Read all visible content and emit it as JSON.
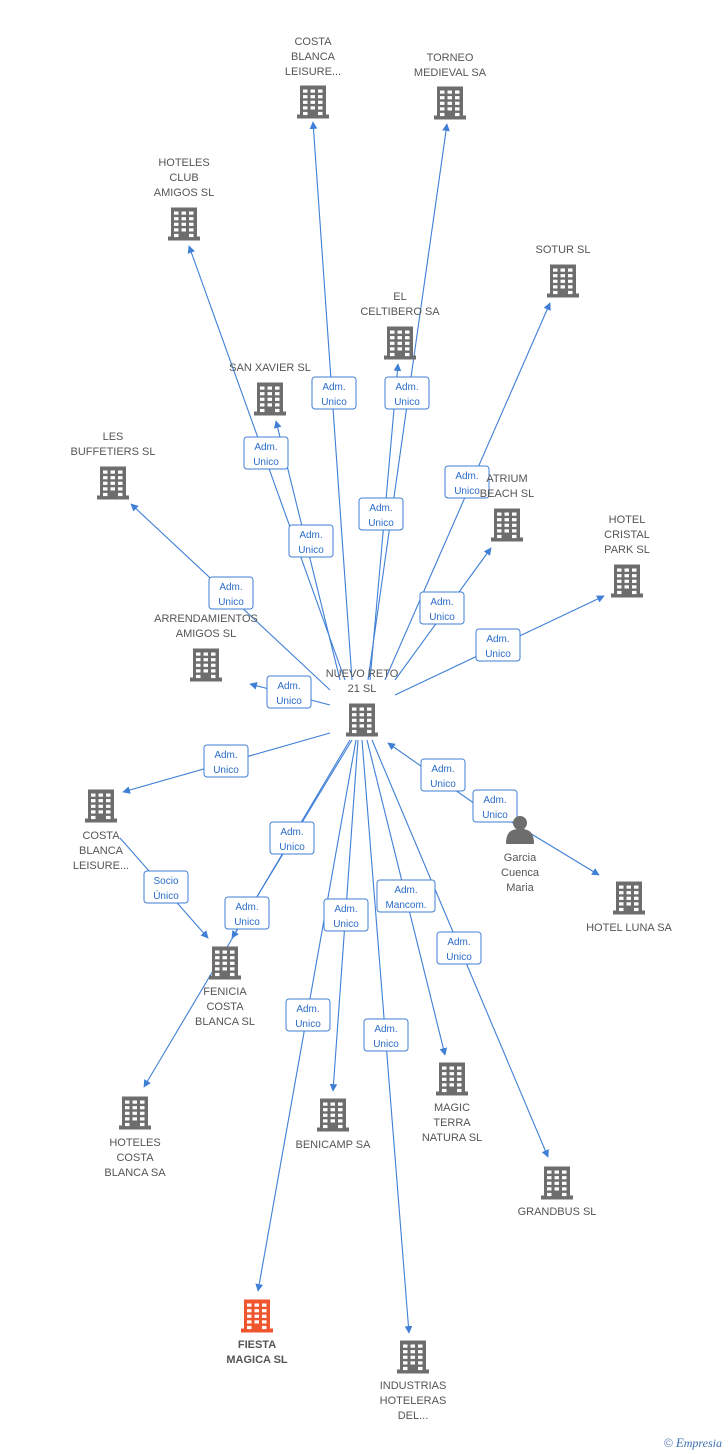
{
  "colors": {
    "edge": "#3f7fd6",
    "edge_label_text": "#2a6cc9",
    "company_icon": "#6d6d6d",
    "highlight_icon": "#f0562e",
    "person_icon": "#6d6d6d",
    "label_text": "#555555"
  },
  "nodes": [
    {
      "id": "costa_leisure_top",
      "type": "company",
      "icon": "building-icon",
      "label": [
        "COSTA",
        "BLANCA",
        "LEISURE..."
      ]
    },
    {
      "id": "torneo",
      "type": "company",
      "icon": "building-icon",
      "label": [
        "TORNEO",
        "MEDIEVAL SA"
      ]
    },
    {
      "id": "hoteles_club",
      "type": "company",
      "icon": "building-icon",
      "label": [
        "HOTELES",
        "CLUB",
        "AMIGOS  SL"
      ]
    },
    {
      "id": "sotur",
      "type": "company",
      "icon": "building-icon",
      "label": [
        "SOTUR SL"
      ]
    },
    {
      "id": "el_celtibero",
      "type": "company",
      "icon": "building-icon",
      "label": [
        "EL",
        "CELTIBERO SA"
      ]
    },
    {
      "id": "san_xavier",
      "type": "company",
      "icon": "building-icon",
      "label": [
        "SAN XAVIER SL"
      ]
    },
    {
      "id": "les_buffetiers",
      "type": "company",
      "icon": "building-icon",
      "label": [
        "LES",
        "BUFFETIERS SL"
      ]
    },
    {
      "id": "atrium",
      "type": "company",
      "icon": "building-icon",
      "label": [
        "ATRIUM",
        "BEACH SL"
      ]
    },
    {
      "id": "hotel_cristal",
      "type": "company",
      "icon": "building-icon",
      "label": [
        "HOTEL",
        "CRISTAL",
        "PARK SL"
      ]
    },
    {
      "id": "arrendamientos",
      "type": "company",
      "icon": "building-icon",
      "label": [
        "ARRENDAMIENTOS",
        "AMIGOS SL"
      ]
    },
    {
      "id": "nuevo_reto",
      "type": "company",
      "icon": "building-icon",
      "label": [
        "NUEVO RETO",
        "21 SL"
      ]
    },
    {
      "id": "costa_leisure_left",
      "type": "company",
      "icon": "building-icon",
      "label": [
        "COSTA",
        "BLANCA",
        "LEISURE..."
      ]
    },
    {
      "id": "garcia",
      "type": "person",
      "icon": "person-icon",
      "label": [
        "Garcia",
        "Cuenca",
        "Maria"
      ]
    },
    {
      "id": "hotel_luna",
      "type": "company",
      "icon": "building-icon",
      "label": [
        "HOTEL LUNA SA"
      ]
    },
    {
      "id": "fenicia",
      "type": "company",
      "icon": "building-icon",
      "label": [
        "FENICIA",
        "COSTA",
        "BLANCA SL"
      ]
    },
    {
      "id": "hoteles_costa",
      "type": "company",
      "icon": "building-icon",
      "label": [
        "HOTELES",
        "COSTA",
        "BLANCA SA"
      ]
    },
    {
      "id": "benicamp",
      "type": "company",
      "icon": "building-icon",
      "label": [
        "BENICAMP SA"
      ]
    },
    {
      "id": "magic_terra",
      "type": "company",
      "icon": "building-icon",
      "label": [
        "MAGIC",
        "TERRA",
        "NATURA  SL"
      ]
    },
    {
      "id": "grandbus",
      "type": "company",
      "icon": "building-icon",
      "label": [
        "GRANDBUS SL"
      ]
    },
    {
      "id": "fiesta_magica",
      "type": "company",
      "icon": "building-icon",
      "highlight": true,
      "label": [
        "FIESTA",
        "MAGICA SL"
      ]
    },
    {
      "id": "industrias",
      "type": "company",
      "icon": "building-icon",
      "label": [
        "INDUSTRIAS",
        "HOTELERAS",
        "DEL..."
      ]
    }
  ],
  "edges": [
    {
      "from": "nuevo_reto",
      "to": "costa_leisure_top",
      "label": [
        "Adm.",
        "Unico"
      ]
    },
    {
      "from": "nuevo_reto",
      "to": "torneo",
      "label": [
        "Adm.",
        "Unico"
      ]
    },
    {
      "from": "nuevo_reto",
      "to": "hoteles_club",
      "label": [
        "Adm.",
        "Unico"
      ]
    },
    {
      "from": "nuevo_reto",
      "to": "sotur",
      "label": [
        "Adm.",
        "Unico"
      ]
    },
    {
      "from": "nuevo_reto",
      "to": "el_celtibero",
      "label": [
        "Adm.",
        "Unico"
      ]
    },
    {
      "from": "nuevo_reto",
      "to": "san_xavier",
      "label": [
        "Adm.",
        "Unico"
      ]
    },
    {
      "from": "nuevo_reto",
      "to": "les_buffetiers",
      "label": [
        "Adm.",
        "Unico"
      ]
    },
    {
      "from": "nuevo_reto",
      "to": "atrium",
      "label": [
        "Adm.",
        "Unico"
      ]
    },
    {
      "from": "nuevo_reto",
      "to": "hotel_cristal",
      "label": [
        "Adm.",
        "Unico"
      ]
    },
    {
      "from": "nuevo_reto",
      "to": "arrendamientos",
      "label": [
        "Adm.",
        "Unico"
      ]
    },
    {
      "from": "nuevo_reto",
      "to": "costa_leisure_left",
      "label": [
        "Adm.",
        "Unico"
      ]
    },
    {
      "from": "garcia",
      "to": "nuevo_reto",
      "label": [
        "Adm.",
        "Unico"
      ]
    },
    {
      "from": "garcia",
      "to": "hotel_luna",
      "label": [
        "Adm.",
        "Unico"
      ]
    },
    {
      "from": "costa_leisure_left",
      "to": "fenicia",
      "label": [
        "Socio",
        "Único"
      ]
    },
    {
      "from": "nuevo_reto",
      "to": "fenicia",
      "label": [
        "Adm.",
        "Unico"
      ]
    },
    {
      "from": "nuevo_reto",
      "to": "hoteles_costa",
      "label": [
        "Adm.",
        "Unico"
      ]
    },
    {
      "from": "nuevo_reto",
      "to": "benicamp",
      "label": [
        "Adm.",
        "Unico"
      ]
    },
    {
      "from": "nuevo_reto",
      "to": "magic_terra",
      "label": [
        "Adm.",
        "Mancom."
      ]
    },
    {
      "from": "nuevo_reto",
      "to": "grandbus",
      "label": [
        "Adm.",
        "Unico"
      ]
    },
    {
      "from": "nuevo_reto",
      "to": "fiesta_magica",
      "label": [
        "Adm.",
        "Unico"
      ]
    },
    {
      "from": "nuevo_reto",
      "to": "industrias",
      "label": [
        "Adm.",
        "Unico"
      ]
    }
  ],
  "footer": {
    "copyright": "©",
    "brand_initial": "E",
    "brand_rest": "mpresia"
  }
}
